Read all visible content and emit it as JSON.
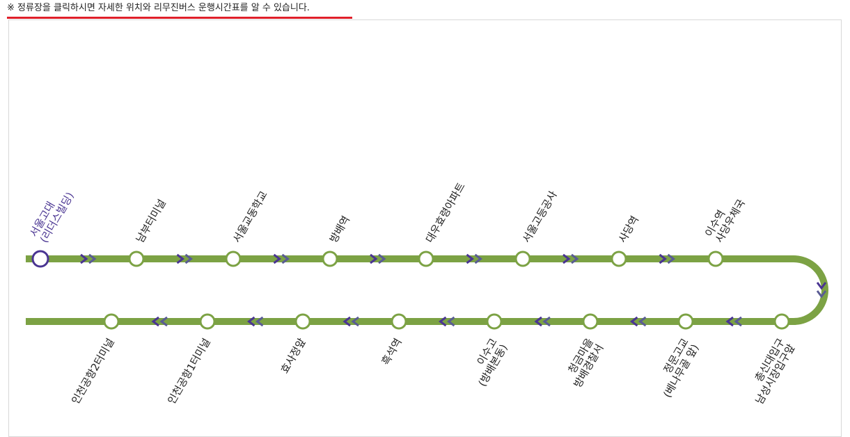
{
  "notice": {
    "text": "※ 정류장을 클릭하시면 자세한 위치와 리무진버스 운행시간표를 알 수 있습니다."
  },
  "colors": {
    "route": "#7ca244",
    "arrow": "#4a3592",
    "first_stop": "#4a3592",
    "stop_fill": "#ffffff",
    "underline": "#e0202a"
  },
  "icons": {
    "direction_arrow": "double-chevron-icon"
  },
  "route": {
    "top_row": [
      {
        "label": [
          "서울고대",
          "(리더스빌딩)"
        ]
      },
      {
        "label": [
          "남부터미널"
        ]
      },
      {
        "label": [
          "서울교동학교"
        ]
      },
      {
        "label": [
          "방배역"
        ]
      },
      {
        "label": [
          "대우효령아파트"
        ]
      },
      {
        "label": [
          "서울고등공사"
        ]
      },
      {
        "label": [
          "사당역"
        ]
      },
      {
        "label": [
          "이수역",
          "사당우체국"
        ]
      }
    ],
    "bottom_row": [
      {
        "label": [
          "인천공항2터미널"
        ]
      },
      {
        "label": [
          "인천공항1터미널"
        ]
      },
      {
        "label": [
          "효사정앞"
        ]
      },
      {
        "label": [
          "흑석역"
        ]
      },
      {
        "label": [
          "이수고",
          "(방배본동)"
        ]
      },
      {
        "label": [
          "청금마을",
          "방배경찰서"
        ]
      },
      {
        "label": [
          "정문고교",
          "(베나무골 앞)"
        ]
      },
      {
        "label": [
          "총신대입구",
          "남성시장입구앞"
        ]
      }
    ]
  }
}
